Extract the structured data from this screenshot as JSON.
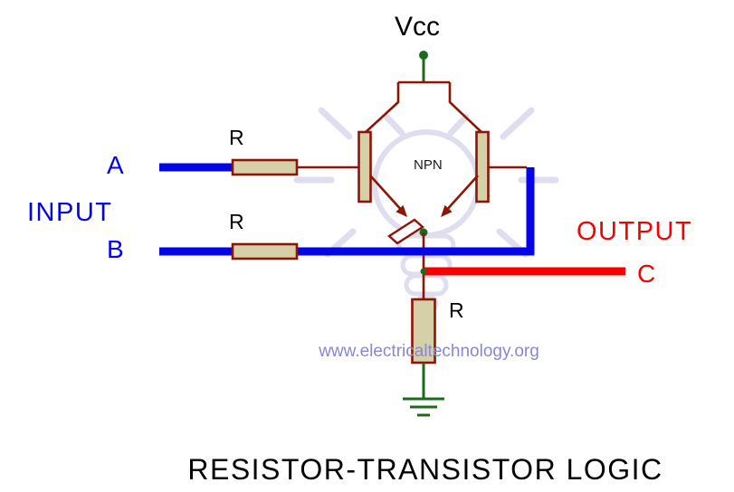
{
  "title": "RESISTOR-TRANSISTOR LOGIC",
  "watermark": "www.electricaltechnology.org",
  "power": {
    "vcc_label": "Vcc"
  },
  "inputs": {
    "group_label": "INPUT",
    "a_label": "A",
    "b_label": "B"
  },
  "outputs": {
    "group_label": "OUTPUT",
    "c_label": "C"
  },
  "components": {
    "resistor_a_label": "R",
    "resistor_b_label": "R",
    "resistor_load_label": "R",
    "transistor_label": "NPN"
  },
  "colors": {
    "input_wire": "#0404e8",
    "output_wire": "#f80000",
    "component_outline": "#8c1506",
    "resistor_fill": "#d5d0a8",
    "supply_wire": "#1c6b1c",
    "node_dot": "#1c6b1c",
    "watermark_text": "#8888d0",
    "bulb_graphic": "#c9c9e4",
    "label_text": "#000000"
  }
}
